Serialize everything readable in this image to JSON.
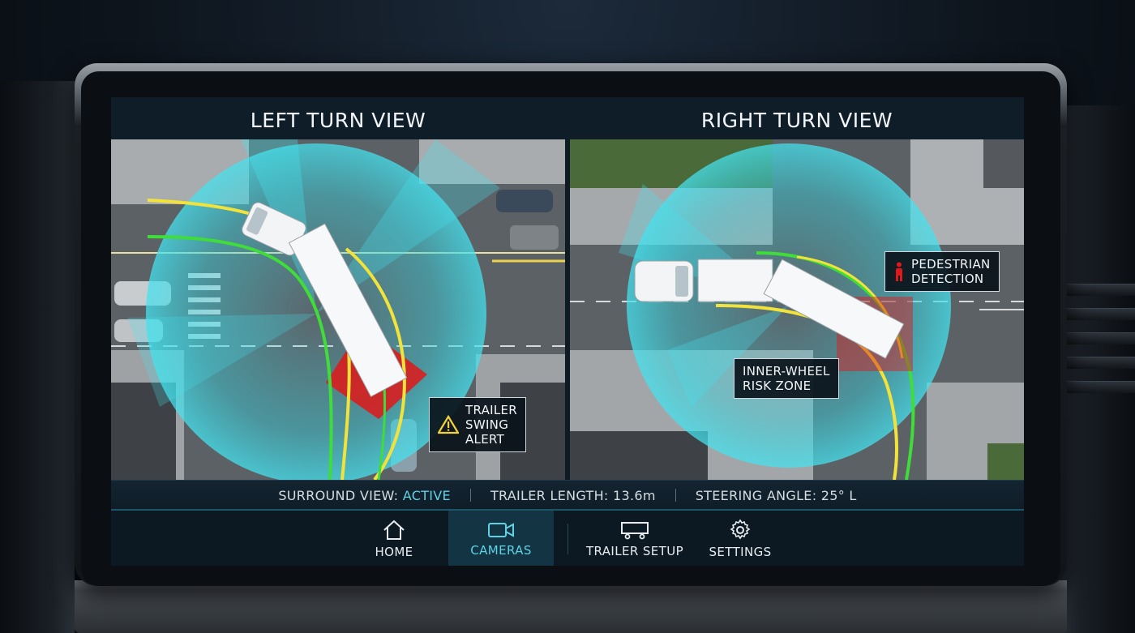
{
  "views": {
    "left": {
      "title": "LEFT TURN VIEW",
      "alert": "TRAILER\nSWING\nALERT"
    },
    "right": {
      "title": "RIGHT TURN VIEW",
      "pedestrian": "PEDESTRIAN\nDETECTION",
      "risk_zone": "INNER-WHEEL\nRISK ZONE"
    }
  },
  "status": {
    "surround_label": "SURROUND VIEW:",
    "surround_value": "ACTIVE",
    "trailer_label": "TRAILER LENGTH:",
    "trailer_value": "13.6m",
    "steering_label": "STEERING ANGLE:",
    "steering_value": "25° L"
  },
  "nav": [
    {
      "label": "HOME",
      "icon": "home-icon"
    },
    {
      "label": "CAMERAS",
      "icon": "camera-icon",
      "active": true
    },
    {
      "label": "TRAILER SETUP",
      "icon": "trailer-icon"
    },
    {
      "label": "SETTINGS",
      "icon": "gear-icon"
    }
  ],
  "colors": {
    "accent": "#5fd2e6",
    "coverage": "#37d4e0",
    "alert": "#e01818",
    "path_green": "#3fdc3a",
    "path_yellow": "#f2e23a"
  }
}
